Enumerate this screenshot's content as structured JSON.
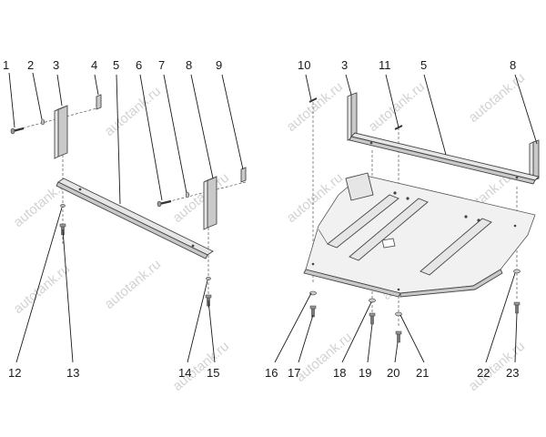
{
  "watermark": "autotank.ru",
  "callouts_top_left": [
    "1",
    "2",
    "3",
    "4",
    "5",
    "6",
    "7",
    "8",
    "9"
  ],
  "callouts_top_right": [
    "10",
    "3",
    "11",
    "5",
    "8"
  ],
  "callouts_bottom_left": [
    "12",
    "13",
    "14",
    "15"
  ],
  "callouts_bottom_right": [
    "16",
    "17",
    "18",
    "19",
    "20",
    "21",
    "22",
    "23"
  ]
}
